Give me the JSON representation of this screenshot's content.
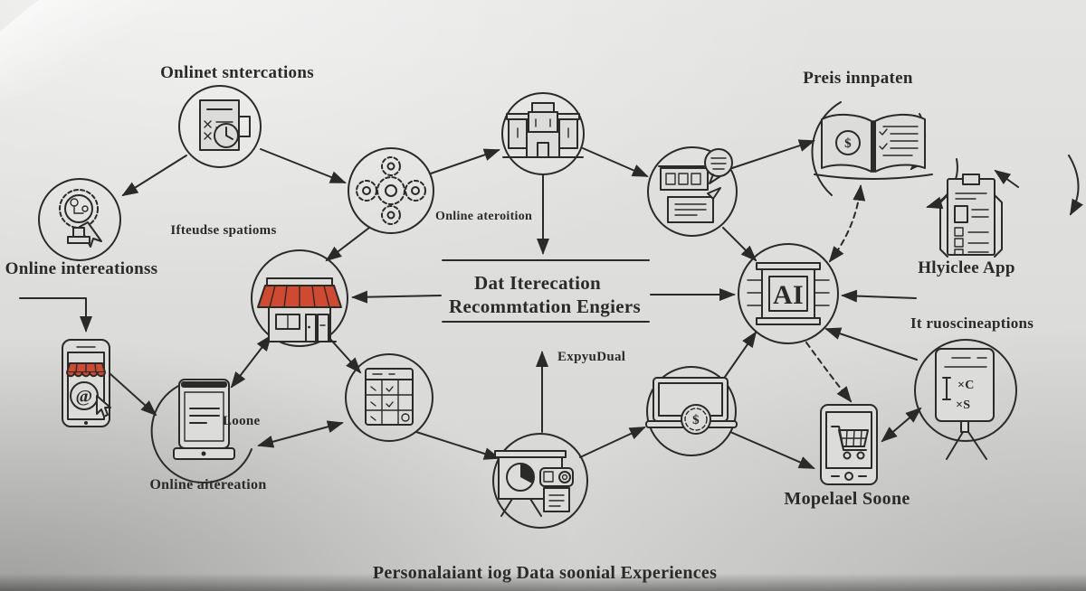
{
  "colors": {
    "background": "#dcdcda",
    "ink": "#2a2a28",
    "accent": "#cf4a31",
    "accent_dark": "#8f2c1a"
  },
  "labels": {
    "checklist": "Onlinet sntercations",
    "badge": "Online intereationss",
    "gears": "Ifteudse spatioms",
    "building": "Online ateroition",
    "center_line1": "Dat Iterecation",
    "center_line2": "Recommtation Engiers",
    "expydual": "ExpyuDual",
    "book": "Preis innpaten",
    "clipboard": "Hlyiclee App",
    "right_note": "It ruoscineaptions",
    "tablet": "Mopelael Soone",
    "loone": "Loone",
    "phone": "Online aitereation",
    "footer": "Personalaiant iog Data soonial Experiences"
  },
  "glyphs": {
    "ai": "AI",
    "dollar": "$",
    "at": "@",
    "formula_row1": "×C",
    "formula_row2": "×S"
  }
}
